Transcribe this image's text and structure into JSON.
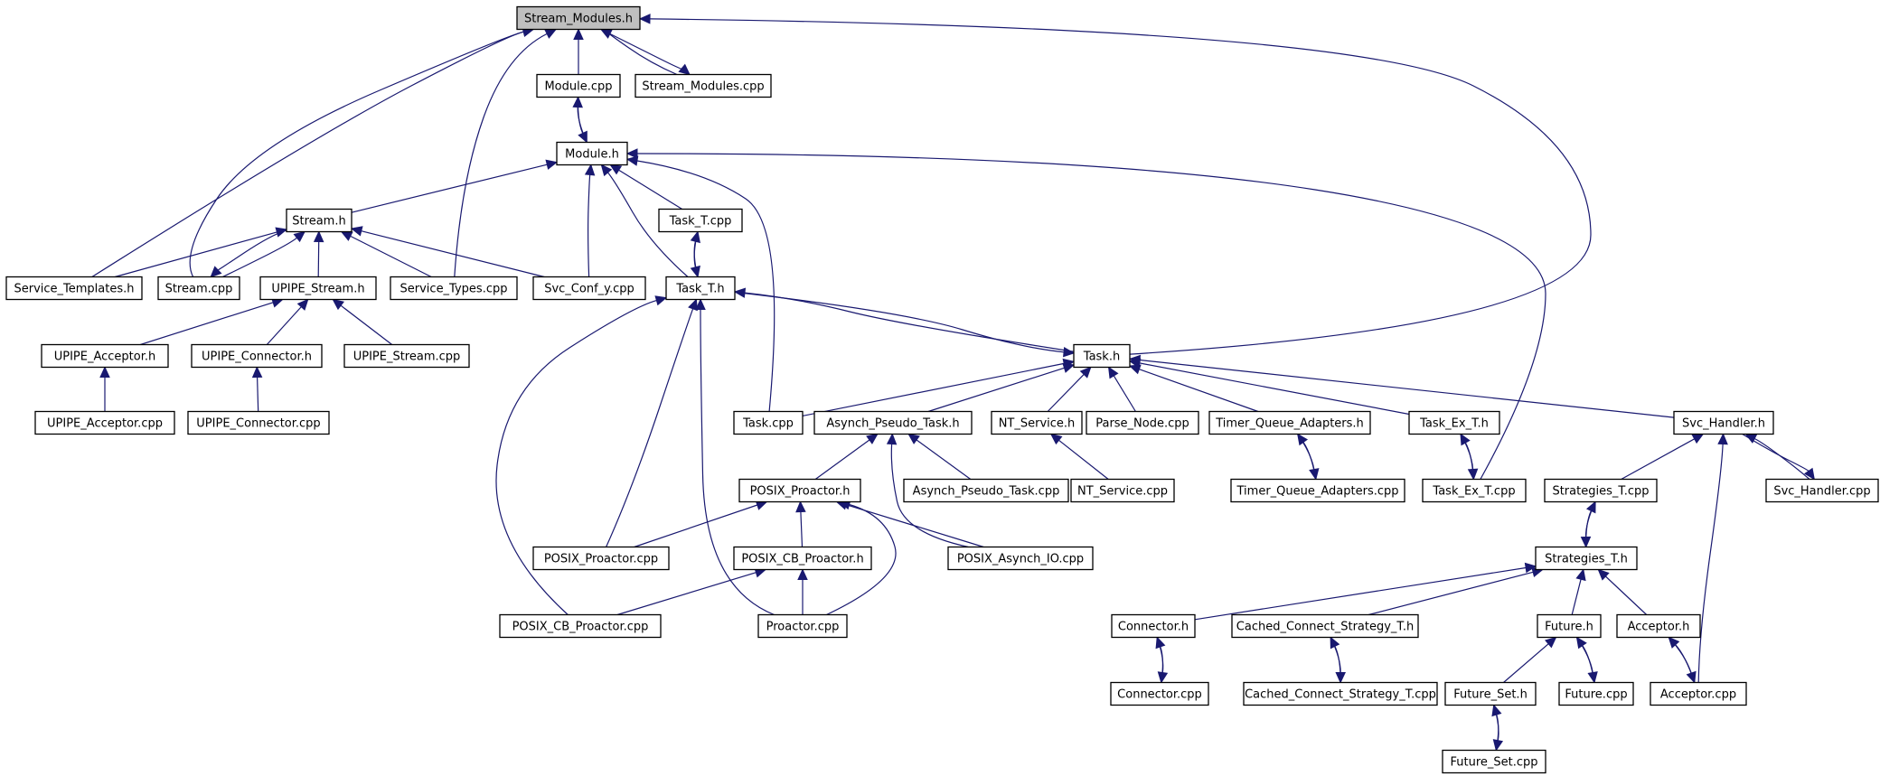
{
  "graph": {
    "line_color": "#191970",
    "root_fill": "#bfbfbf",
    "nodes": [
      {
        "id": "stream_modules_h",
        "label": "Stream_Modules.h",
        "root": true
      },
      {
        "id": "module_cpp",
        "label": "Module.cpp"
      },
      {
        "id": "stream_modules_cpp",
        "label": "Stream_Modules.cpp"
      },
      {
        "id": "module_h",
        "label": "Module.h"
      },
      {
        "id": "stream_h",
        "label": "Stream.h"
      },
      {
        "id": "task_t_cpp",
        "label": "Task_T.cpp"
      },
      {
        "id": "service_templates_h",
        "label": "Service_Templates.h"
      },
      {
        "id": "stream_cpp",
        "label": "Stream.cpp"
      },
      {
        "id": "upipe_stream_h",
        "label": "UPIPE_Stream.h"
      },
      {
        "id": "service_types_cpp",
        "label": "Service_Types.cpp"
      },
      {
        "id": "svc_conf_y_cpp",
        "label": "Svc_Conf_y.cpp"
      },
      {
        "id": "task_t_h",
        "label": "Task_T.h"
      },
      {
        "id": "upipe_acceptor_h",
        "label": "UPIPE_Acceptor.h"
      },
      {
        "id": "upipe_connector_h",
        "label": "UPIPE_Connector.h"
      },
      {
        "id": "upipe_stream_cpp",
        "label": "UPIPE_Stream.cpp"
      },
      {
        "id": "task_h",
        "label": "Task.h"
      },
      {
        "id": "upipe_acceptor_cpp",
        "label": "UPIPE_Acceptor.cpp"
      },
      {
        "id": "upipe_connector_cpp",
        "label": "UPIPE_Connector.cpp"
      },
      {
        "id": "task_cpp",
        "label": "Task.cpp"
      },
      {
        "id": "asynch_pseudo_task_h",
        "label": "Asynch_Pseudo_Task.h"
      },
      {
        "id": "nt_service_h",
        "label": "NT_Service.h"
      },
      {
        "id": "parse_node_cpp",
        "label": "Parse_Node.cpp"
      },
      {
        "id": "timer_queue_adapters_h",
        "label": "Timer_Queue_Adapters.h"
      },
      {
        "id": "task_ex_t_h",
        "label": "Task_Ex_T.h"
      },
      {
        "id": "svc_handler_h",
        "label": "Svc_Handler.h"
      },
      {
        "id": "posix_proactor_h",
        "label": "POSIX_Proactor.h"
      },
      {
        "id": "asynch_pseudo_task_cpp",
        "label": "Asynch_Pseudo_Task.cpp"
      },
      {
        "id": "nt_service_cpp",
        "label": "NT_Service.cpp"
      },
      {
        "id": "timer_queue_adapters_cpp",
        "label": "Timer_Queue_Adapters.cpp"
      },
      {
        "id": "task_ex_t_cpp",
        "label": "Task_Ex_T.cpp"
      },
      {
        "id": "strategies_t_cpp",
        "label": "Strategies_T.cpp"
      },
      {
        "id": "svc_handler_cpp",
        "label": "Svc_Handler.cpp"
      },
      {
        "id": "posix_proactor_cpp",
        "label": "POSIX_Proactor.cpp"
      },
      {
        "id": "posix_cb_proactor_h",
        "label": "POSIX_CB_Proactor.h"
      },
      {
        "id": "posix_asynch_io_cpp",
        "label": "POSIX_Asynch_IO.cpp"
      },
      {
        "id": "strategies_t_h",
        "label": "Strategies_T.h"
      },
      {
        "id": "posix_cb_proactor_cpp",
        "label": "POSIX_CB_Proactor.cpp"
      },
      {
        "id": "proactor_cpp",
        "label": "Proactor.cpp"
      },
      {
        "id": "connector_h",
        "label": "Connector.h"
      },
      {
        "id": "cached_connect_strategy_t_h",
        "label": "Cached_Connect_Strategy_T.h"
      },
      {
        "id": "future_h",
        "label": "Future.h"
      },
      {
        "id": "acceptor_h",
        "label": "Acceptor.h"
      },
      {
        "id": "connector_cpp",
        "label": "Connector.cpp"
      },
      {
        "id": "cached_connect_strategy_t_cpp",
        "label": "Cached_Connect_Strategy_T.cpp"
      },
      {
        "id": "future_set_h",
        "label": "Future_Set.h"
      },
      {
        "id": "future_cpp",
        "label": "Future.cpp"
      },
      {
        "id": "acceptor_cpp",
        "label": "Acceptor.cpp"
      },
      {
        "id": "future_set_cpp",
        "label": "Future_Set.cpp"
      }
    ],
    "edges": [
      {
        "from": "module_cpp",
        "to": "stream_modules_h"
      },
      {
        "from": "stream_modules_cpp",
        "to": "stream_modules_h"
      },
      {
        "from": "service_templates_h",
        "to": "stream_modules_h"
      },
      {
        "from": "stream_cpp",
        "to": "stream_modules_h"
      },
      {
        "from": "service_types_cpp",
        "to": "stream_modules_h"
      },
      {
        "from": "task_h",
        "to": "stream_modules_h"
      },
      {
        "from": "stream_modules_h",
        "to": "stream_modules_cpp"
      },
      {
        "from": "module_h",
        "to": "module_cpp"
      },
      {
        "from": "module_cpp",
        "to": "module_h"
      },
      {
        "from": "stream_h",
        "to": "module_h"
      },
      {
        "from": "svc_conf_y_cpp",
        "to": "module_h"
      },
      {
        "from": "task_t_cpp",
        "to": "module_h"
      },
      {
        "from": "task_t_h",
        "to": "module_h"
      },
      {
        "from": "task_cpp",
        "to": "module_h"
      },
      {
        "from": "task_ex_t_cpp",
        "to": "module_h"
      },
      {
        "from": "service_templates_h",
        "to": "stream_h"
      },
      {
        "from": "stream_cpp",
        "to": "stream_h"
      },
      {
        "from": "stream_h",
        "to": "stream_cpp"
      },
      {
        "from": "upipe_stream_h",
        "to": "stream_h"
      },
      {
        "from": "service_types_cpp",
        "to": "stream_h"
      },
      {
        "from": "svc_conf_y_cpp",
        "to": "stream_h"
      },
      {
        "from": "task_t_h",
        "to": "task_t_cpp"
      },
      {
        "from": "task_t_cpp",
        "to": "task_t_h"
      },
      {
        "from": "upipe_acceptor_h",
        "to": "upipe_stream_h"
      },
      {
        "from": "upipe_connector_h",
        "to": "upipe_stream_h"
      },
      {
        "from": "upipe_stream_cpp",
        "to": "upipe_stream_h"
      },
      {
        "from": "upipe_acceptor_cpp",
        "to": "upipe_acceptor_h"
      },
      {
        "from": "upipe_connector_cpp",
        "to": "upipe_connector_h"
      },
      {
        "from": "task_h",
        "to": "task_t_h"
      },
      {
        "from": "task_t_h",
        "to": "task_h"
      },
      {
        "from": "posix_proactor_cpp",
        "to": "task_t_h"
      },
      {
        "from": "posix_cb_proactor_cpp",
        "to": "task_t_h"
      },
      {
        "from": "proactor_cpp",
        "to": "task_t_h"
      },
      {
        "from": "task_cpp",
        "to": "task_h"
      },
      {
        "from": "asynch_pseudo_task_h",
        "to": "task_h"
      },
      {
        "from": "nt_service_h",
        "to": "task_h"
      },
      {
        "from": "parse_node_cpp",
        "to": "task_h"
      },
      {
        "from": "timer_queue_adapters_h",
        "to": "task_h"
      },
      {
        "from": "task_ex_t_h",
        "to": "task_h"
      },
      {
        "from": "svc_handler_h",
        "to": "task_h"
      },
      {
        "from": "posix_proactor_h",
        "to": "asynch_pseudo_task_h"
      },
      {
        "from": "asynch_pseudo_task_cpp",
        "to": "asynch_pseudo_task_h"
      },
      {
        "from": "posix_asynch_io_cpp",
        "to": "asynch_pseudo_task_h"
      },
      {
        "from": "nt_service_cpp",
        "to": "nt_service_h"
      },
      {
        "from": "timer_queue_adapters_cpp",
        "to": "timer_queue_adapters_h"
      },
      {
        "from": "timer_queue_adapters_h",
        "to": "timer_queue_adapters_cpp"
      },
      {
        "from": "task_ex_t_cpp",
        "to": "task_ex_t_h"
      },
      {
        "from": "task_ex_t_h",
        "to": "task_ex_t_cpp"
      },
      {
        "from": "strategies_t_cpp",
        "to": "svc_handler_h"
      },
      {
        "from": "svc_handler_cpp",
        "to": "svc_handler_h"
      },
      {
        "from": "svc_handler_h",
        "to": "svc_handler_cpp"
      },
      {
        "from": "acceptor_cpp",
        "to": "svc_handler_h"
      },
      {
        "from": "posix_proactor_cpp",
        "to": "posix_proactor_h"
      },
      {
        "from": "posix_cb_proactor_h",
        "to": "posix_proactor_h"
      },
      {
        "from": "posix_asynch_io_cpp",
        "to": "posix_proactor_h"
      },
      {
        "from": "proactor_cpp",
        "to": "posix_proactor_h"
      },
      {
        "from": "posix_cb_proactor_cpp",
        "to": "posix_cb_proactor_h"
      },
      {
        "from": "proactor_cpp",
        "to": "posix_cb_proactor_h"
      },
      {
        "from": "strategies_t_h",
        "to": "strategies_t_cpp"
      },
      {
        "from": "strategies_t_cpp",
        "to": "strategies_t_h"
      },
      {
        "from": "connector_h",
        "to": "strategies_t_h"
      },
      {
        "from": "cached_connect_strategy_t_h",
        "to": "strategies_t_h"
      },
      {
        "from": "future_h",
        "to": "strategies_t_h"
      },
      {
        "from": "acceptor_h",
        "to": "strategies_t_h"
      },
      {
        "from": "connector_cpp",
        "to": "connector_h"
      },
      {
        "from": "connector_h",
        "to": "connector_cpp"
      },
      {
        "from": "cached_connect_strategy_t_cpp",
        "to": "cached_connect_strategy_t_h"
      },
      {
        "from": "cached_connect_strategy_t_h",
        "to": "cached_connect_strategy_t_cpp"
      },
      {
        "from": "future_set_h",
        "to": "future_h"
      },
      {
        "from": "future_cpp",
        "to": "future_h"
      },
      {
        "from": "future_h",
        "to": "future_cpp"
      },
      {
        "from": "acceptor_cpp",
        "to": "acceptor_h"
      },
      {
        "from": "acceptor_h",
        "to": "acceptor_cpp"
      },
      {
        "from": "future_set_cpp",
        "to": "future_set_h"
      },
      {
        "from": "future_set_h",
        "to": "future_set_cpp"
      }
    ]
  }
}
